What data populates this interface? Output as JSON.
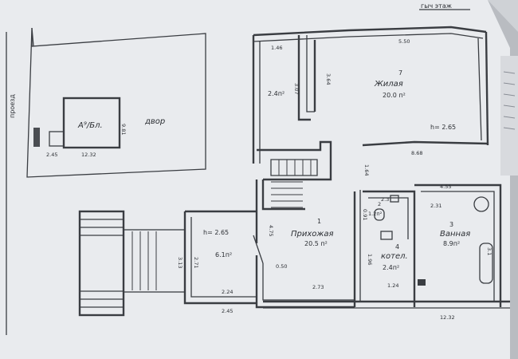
{
  "header": {
    "corner_label": "гыч этаж"
  },
  "site_plan": {
    "lane_label": "проезд",
    "yard_label": "двор",
    "house_label": "А⁹/Бл.",
    "dims": {
      "side": "9.81",
      "bottom": "12.32",
      "porch": "2.45"
    }
  },
  "rooms": {
    "living": {
      "number": "7",
      "name": "Жилая",
      "area": "20.0 п²",
      "height": "h= 2.65"
    },
    "small_room": {
      "area": "2.4п²"
    },
    "hall": {
      "number": "1",
      "name": "Прихожая",
      "area": "20.5 п²"
    },
    "left_room": {
      "area": "6.1п²",
      "height": "h= 2.65"
    },
    "bath": {
      "number": "3",
      "name": "Ванная",
      "area": "8.9п²"
    },
    "boiler": {
      "number": "4",
      "name": "котел.",
      "area": "2.4п²"
    },
    "wc": {
      "number": "2",
      "area": "1.2п²"
    }
  },
  "dims": {
    "top_width": "5.50",
    "living_bottom": "8.68",
    "small_w": "1.46",
    "small_h": "3.07",
    "stair_h": "3.64",
    "center_v": "1.64",
    "hall_h": "4.75",
    "hall_w": "0.50",
    "hall_bottom": "2.73",
    "left_w1": "2.24",
    "left_w2": "2.45",
    "left_h": "2.71",
    "left_gap": "3.13",
    "bath_w": "4.55",
    "bath_231": "2.31",
    "bath_side": "3.1",
    "boiler_h": "1.96",
    "boiler_w": "1.24",
    "wc_w": "2.3",
    "wc_h": "0.91",
    "bottom_total": "12.32"
  }
}
